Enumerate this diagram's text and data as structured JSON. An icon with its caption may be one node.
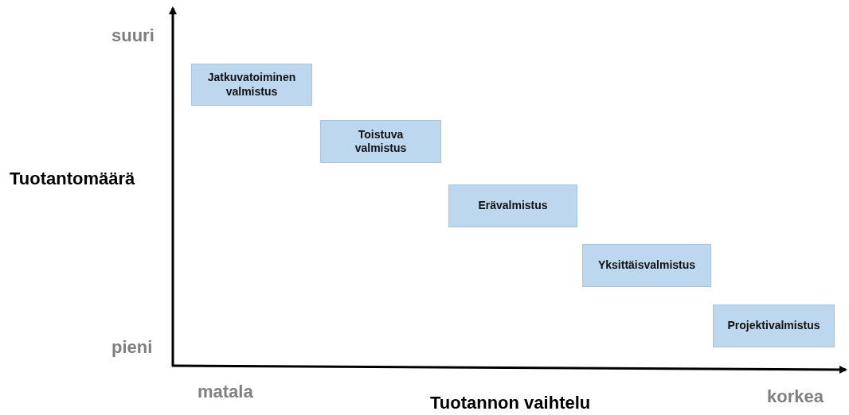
{
  "diagram": {
    "nodes": [
      {
        "text": [
          "Jatkuvatoiminen valmistus"
        ]
      },
      {
        "text": [
          "Toistuva valmistus"
        ]
      },
      {
        "text": [
          "Erävalmistus"
        ]
      },
      {
        "text": [
          "Yksittäisvalmistus"
        ]
      },
      {
        "text": [
          "Projektivalmistus"
        ]
      }
    ],
    "edges": [],
    "labels": [
      "suuri",
      "Tuotantomäärä",
      "pieni",
      "matala",
      "Tuotannon vaihtelu",
      "korkea"
    ]
  }
}
